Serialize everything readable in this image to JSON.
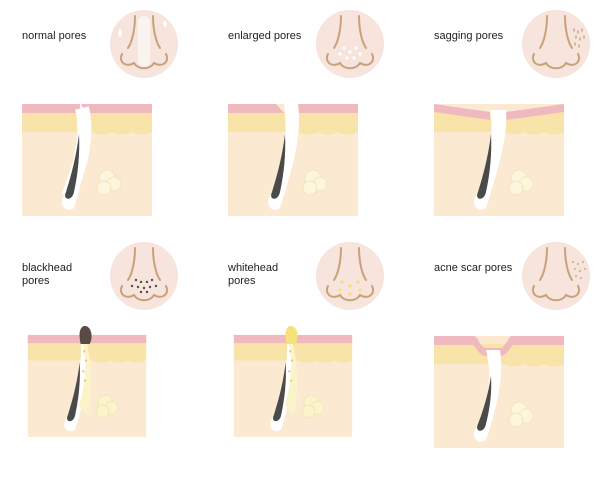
{
  "panels": [
    {
      "id": "normal",
      "label": "normal pores"
    },
    {
      "id": "enlarged",
      "label": "enlarged pores"
    },
    {
      "id": "sagging",
      "label": "sagging pores"
    },
    {
      "id": "blackhead",
      "label": "blackhead\npores"
    },
    {
      "id": "whitehead",
      "label": "whitehead\npores"
    },
    {
      "id": "acne-scar",
      "label": "acne scar pores"
    }
  ],
  "colors": {
    "face_circle": "#f7e4dc",
    "nose_line": "#c8a27a",
    "skin_surface": "#efb9bf",
    "skin_upper": "#f8e3a9",
    "skin_lower": "#fbe9d2",
    "hair": "#4a4a4a",
    "sebaceous_gland": "#fdf6dc",
    "blackhead_plug": "#5a4a44",
    "whitehead_plug": "#f6e27a"
  }
}
